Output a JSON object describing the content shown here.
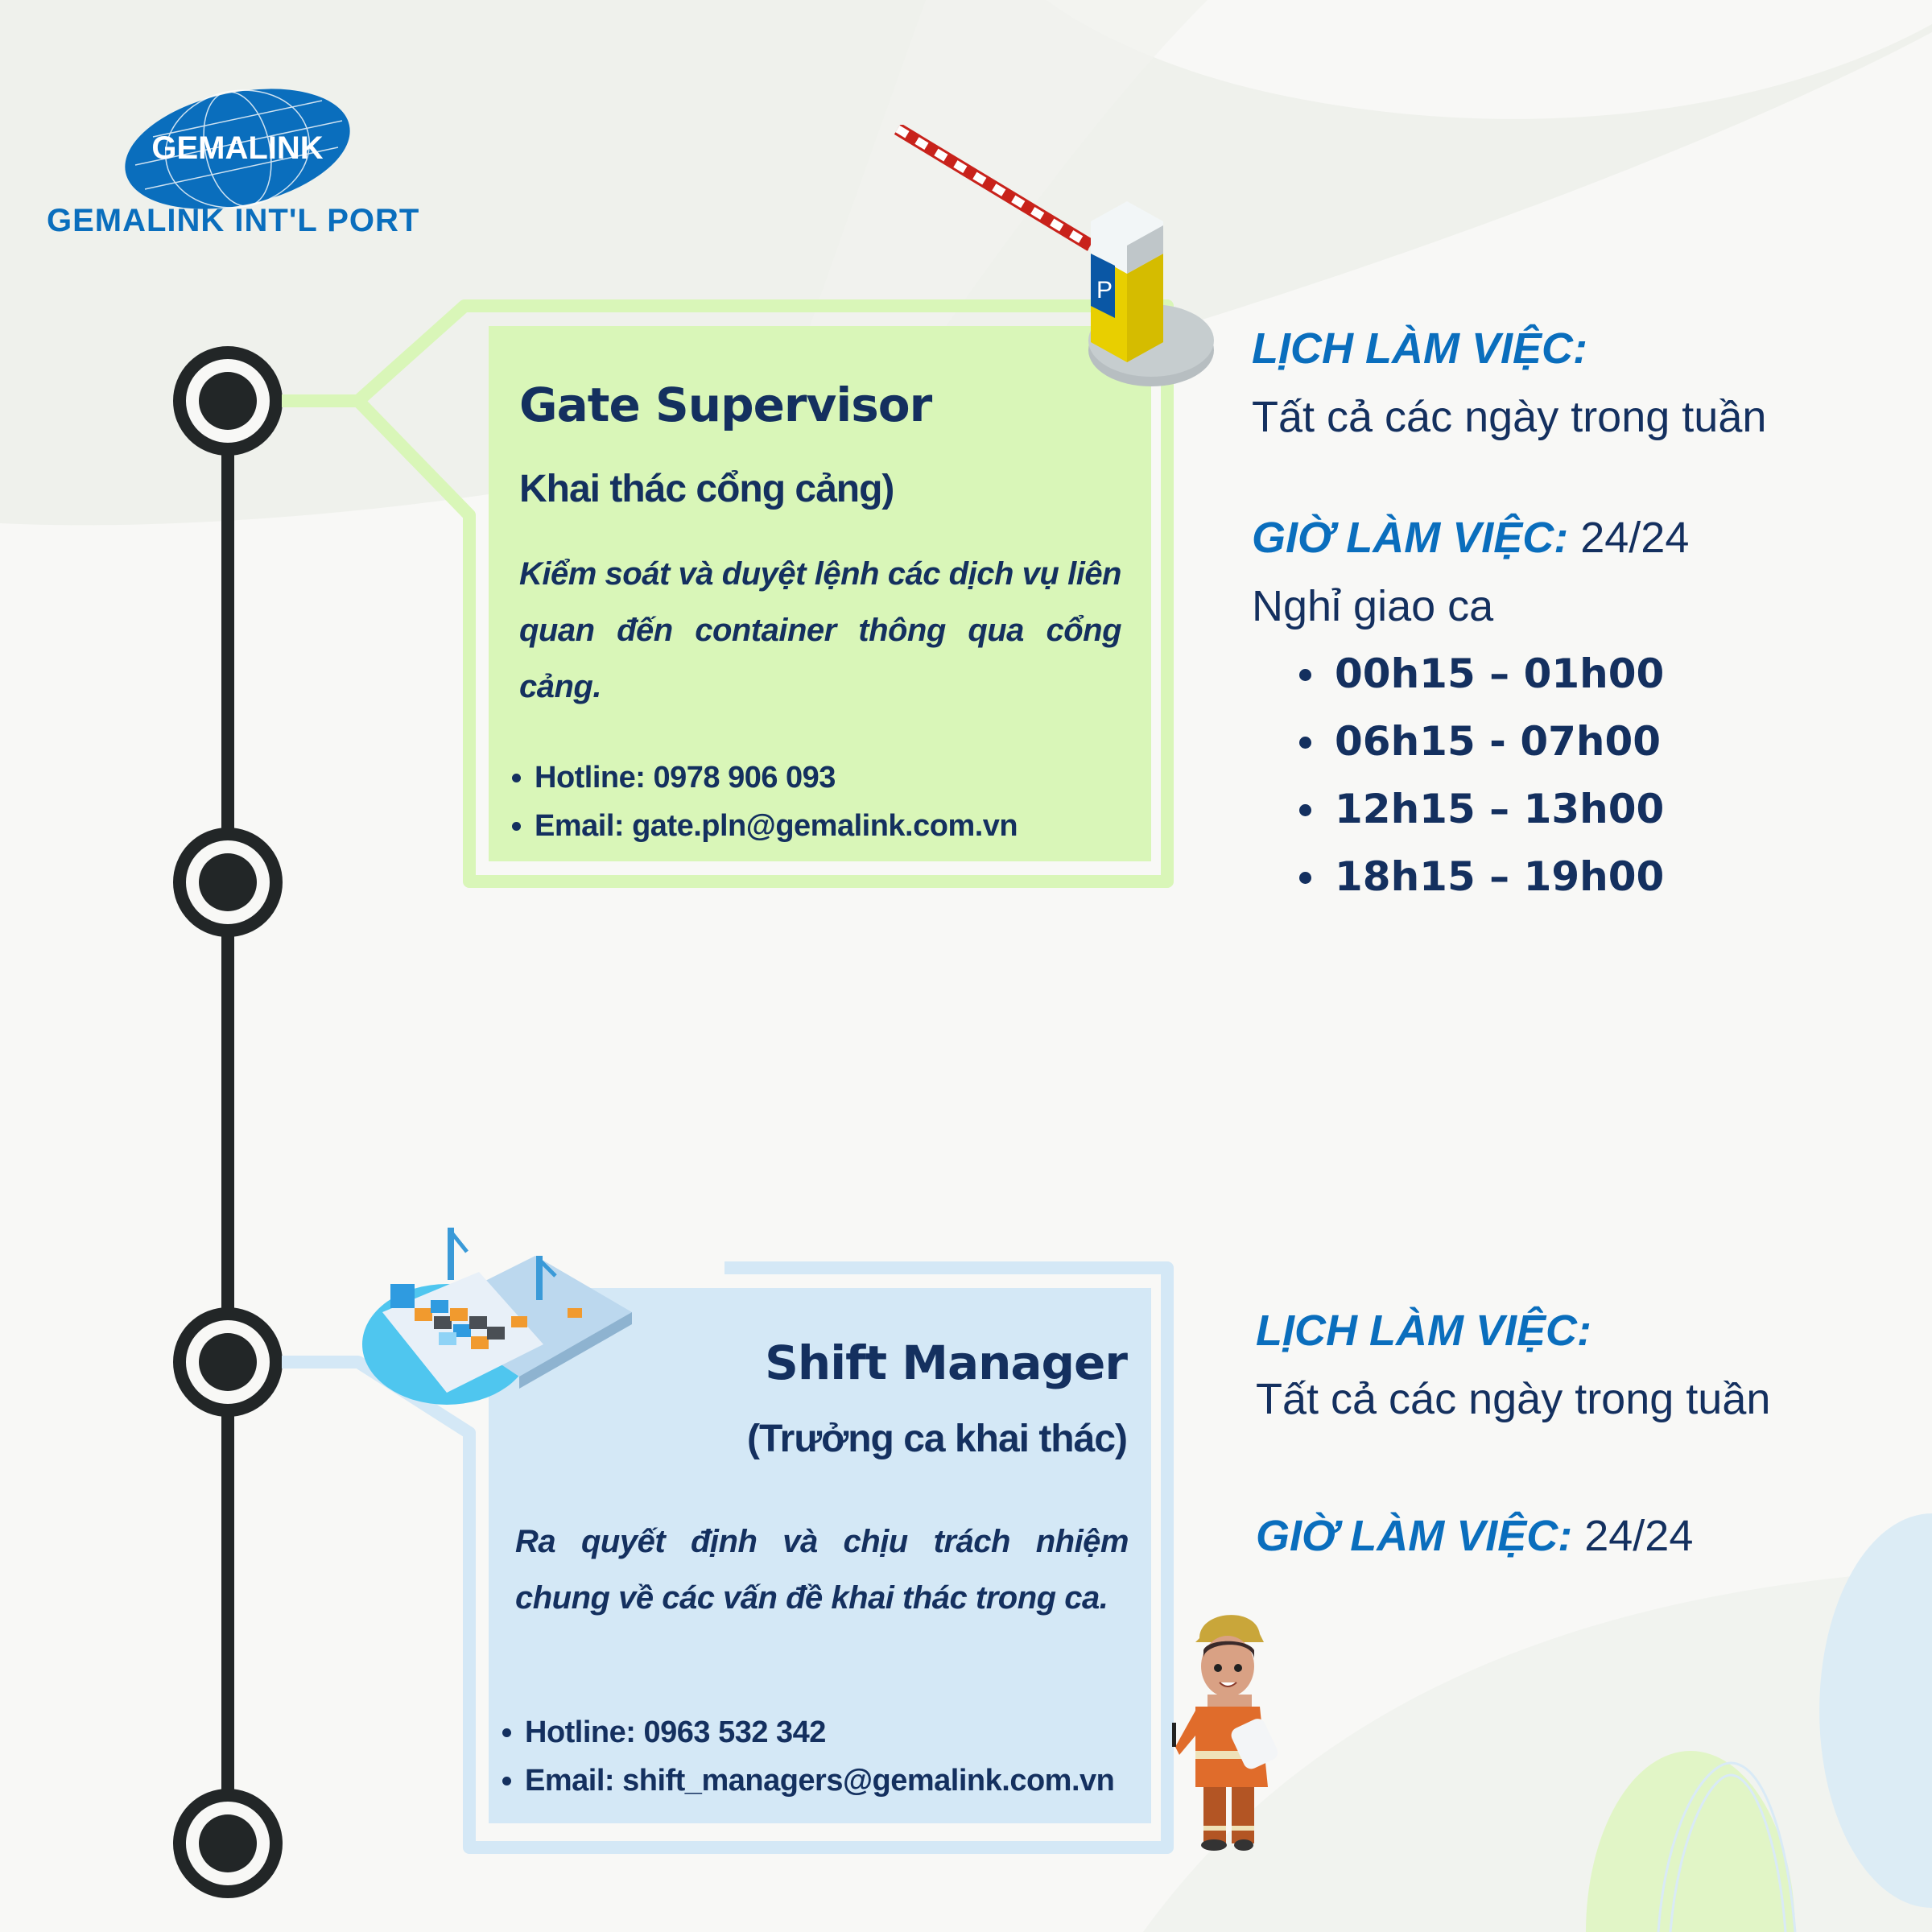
{
  "brand": {
    "logo_text": "GEMALINK",
    "name": "GEMALINK INT'L PORT",
    "color": "#0a6ebd"
  },
  "colors": {
    "navy": "#14305f",
    "blue": "#0a6ebd",
    "green_card": "#d9f6b8",
    "blue_card": "#d4e8f6",
    "timeline": "#222627"
  },
  "roles": [
    {
      "title": "Gate Supervisor",
      "subtitle": "Khai thác cổng cảng)",
      "description": "Kiểm soát và duyệt lệnh các dịch vụ liên quan đến container thông qua cổng cảng.",
      "contacts": [
        "Hotline: 0978 906 093",
        "Email: gate.pln@gemalink.com.vn"
      ],
      "illustration": "parking-barrier-icon",
      "schedule": {
        "days_label": "LỊCH LÀM VIỆC:",
        "days_value": "Tất cả các ngày trong tuần",
        "hours_label": "GIỜ LÀM VIỆC:",
        "hours_value": "24/24",
        "break_label": "Nghỉ giao ca",
        "breaks": [
          "00h15 – 01h00",
          "06h15 - 07h00",
          "12h15 – 13h00",
          "18h15 – 19h00"
        ]
      }
    },
    {
      "title": "Shift Manager",
      "subtitle": "(Trưởng ca khai thác)",
      "description": "Ra quyết định và chịu trách nhiệm chung về các vấn đề khai thác trong ca.",
      "contacts": [
        "Hotline: 0963 532 342",
        "Email: shift_managers@gemalink.com.vn"
      ],
      "illustration": "container-ship-port-icon",
      "schedule": {
        "days_label": "LỊCH LÀM VIỆC:",
        "days_value": "Tất cả các ngày trong tuần",
        "hours_label": "GIỜ LÀM VIỆC:",
        "hours_value": "24/24"
      }
    }
  ],
  "decorations": {
    "worker": "construction-worker-icon"
  }
}
